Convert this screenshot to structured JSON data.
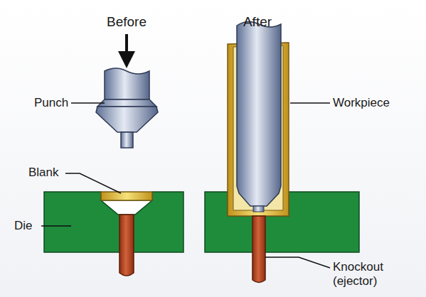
{
  "diagram": {
    "labels": [
      "Before",
      "After",
      "Punch",
      "Blank",
      "Die",
      "Workpiece",
      "Knockout (ejector)"
    ]
  }
}
